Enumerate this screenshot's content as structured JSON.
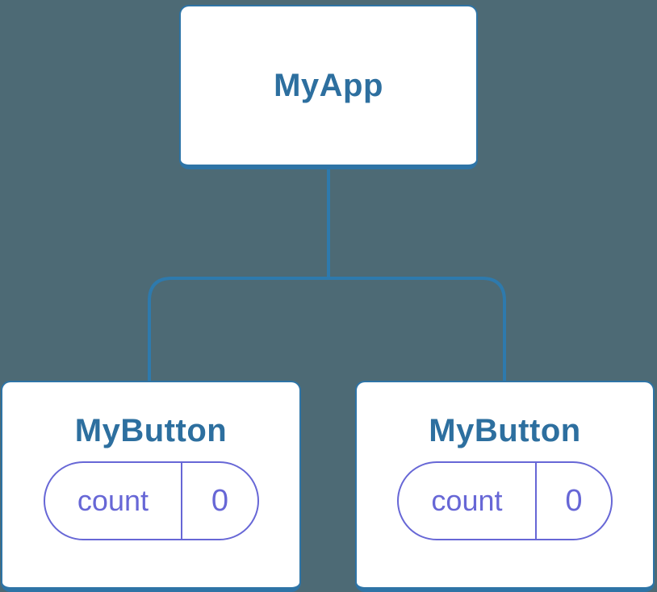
{
  "diagram": {
    "type": "component-tree",
    "root": {
      "label": "MyApp"
    },
    "children": [
      {
        "label": "MyButton",
        "state": {
          "key": "count",
          "value": "0"
        }
      },
      {
        "label": "MyButton",
        "state": {
          "key": "count",
          "value": "0"
        }
      }
    ]
  },
  "colors": {
    "background": "#4D6A75",
    "connector": "#2E7AAD",
    "card_border": "#2E74A6",
    "card_fill": "#FFFFFF",
    "node_label": "#2D6F9F",
    "state_accent": "#6767D6"
  }
}
